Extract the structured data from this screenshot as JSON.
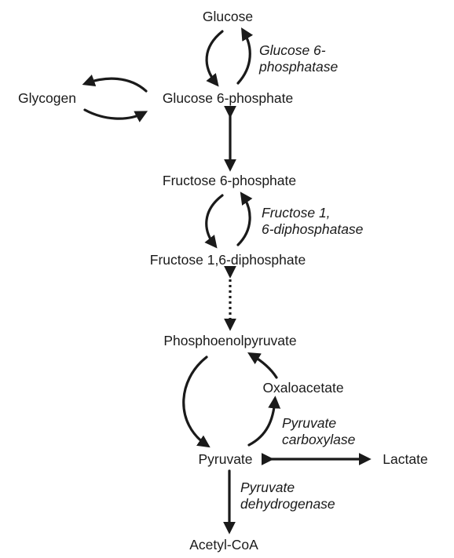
{
  "metabolites": {
    "glucose": "Glucose",
    "glucose6p": "Glucose 6-phosphate",
    "glycogen": "Glycogen",
    "fructose6p": "Fructose 6-phosphate",
    "fructose16dp": "Fructose 1,6-diphosphate",
    "pep": "Phosphoenolpyruvate",
    "oxaloacetate": "Oxaloacetate",
    "pyruvate": "Pyruvate",
    "lactate": "Lactate",
    "acetylcoa": "Acetyl-CoA"
  },
  "enzymes": {
    "g6pase": [
      "Glucose 6-",
      "phosphatase"
    ],
    "fbpase": [
      "Fructose 1,",
      "6-diphosphatase"
    ],
    "pc": [
      "Pyruvate",
      "carboxylase"
    ],
    "pdh": [
      "Pyruvate",
      "dehydrogenase"
    ]
  }
}
